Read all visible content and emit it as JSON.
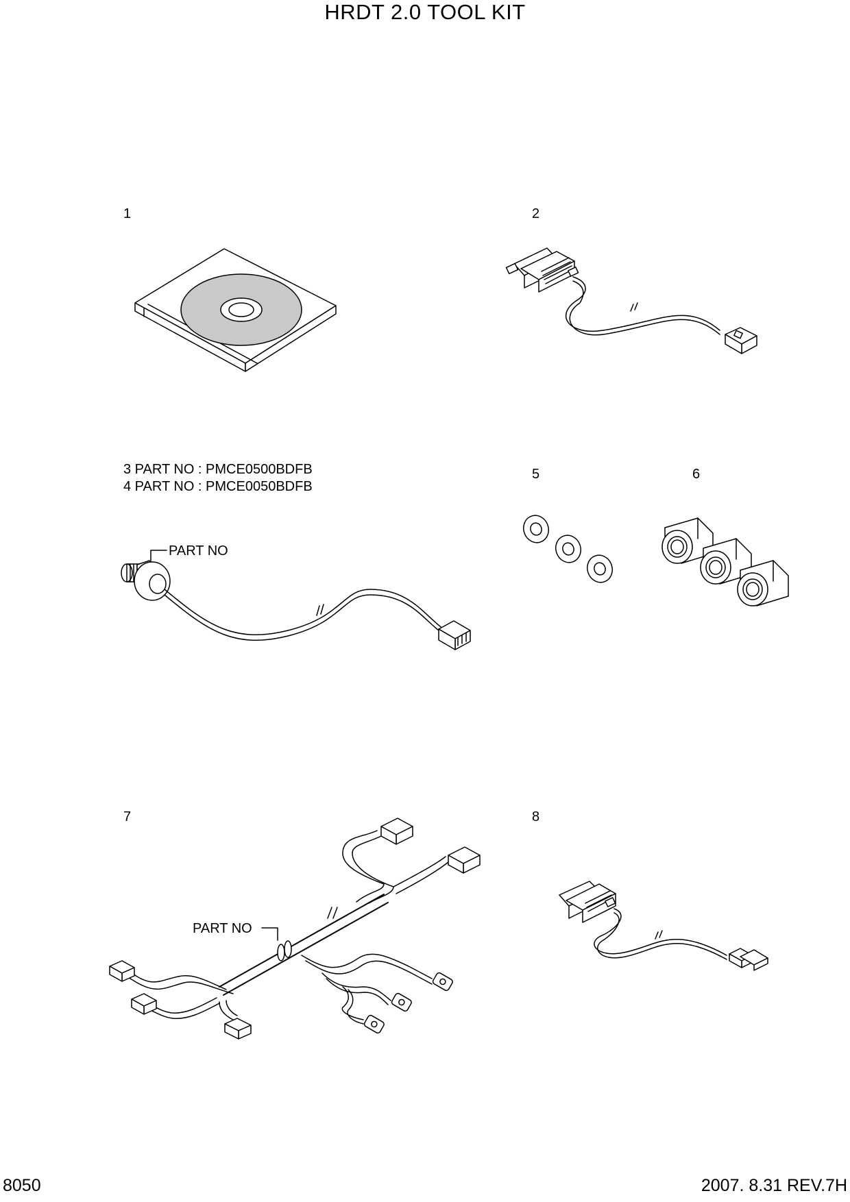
{
  "title": "HRDT 2.0 TOOL KIT",
  "items": {
    "n1": "1",
    "n2": "2",
    "n3_line": "3  PART NO : PMCE0500BDFB",
    "n4_line": "4  PART NO : PMCE0050BDFB",
    "n5": "5",
    "n6": "6",
    "n7": "7",
    "n8": "8"
  },
  "callouts": {
    "sensor_part_no": "PART NO",
    "harness_part_no": "PART NO"
  },
  "footer": {
    "page": "8050",
    "revision": "2007. 8.31  REV.7H"
  }
}
